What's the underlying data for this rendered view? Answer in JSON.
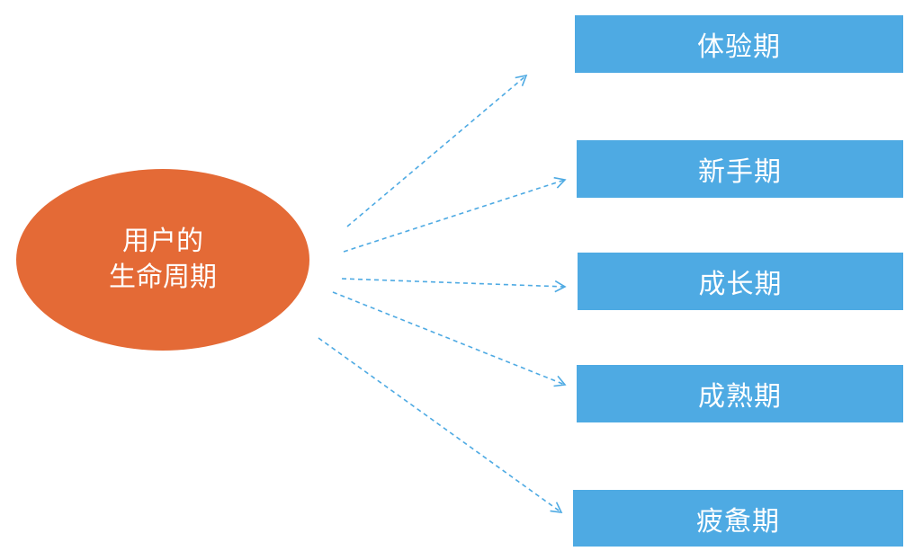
{
  "diagram": {
    "center": {
      "line1": "用户的",
      "line2": "生命周期"
    },
    "stages": [
      {
        "label": "体验期"
      },
      {
        "label": "新手期"
      },
      {
        "label": "成长期"
      },
      {
        "label": "成熟期"
      },
      {
        "label": "疲惫期"
      }
    ]
  },
  "colors": {
    "center_fill": "#e46a36",
    "stage_fill": "#4eaae3",
    "arrow": "#4eaae3",
    "text": "#ffffff"
  }
}
